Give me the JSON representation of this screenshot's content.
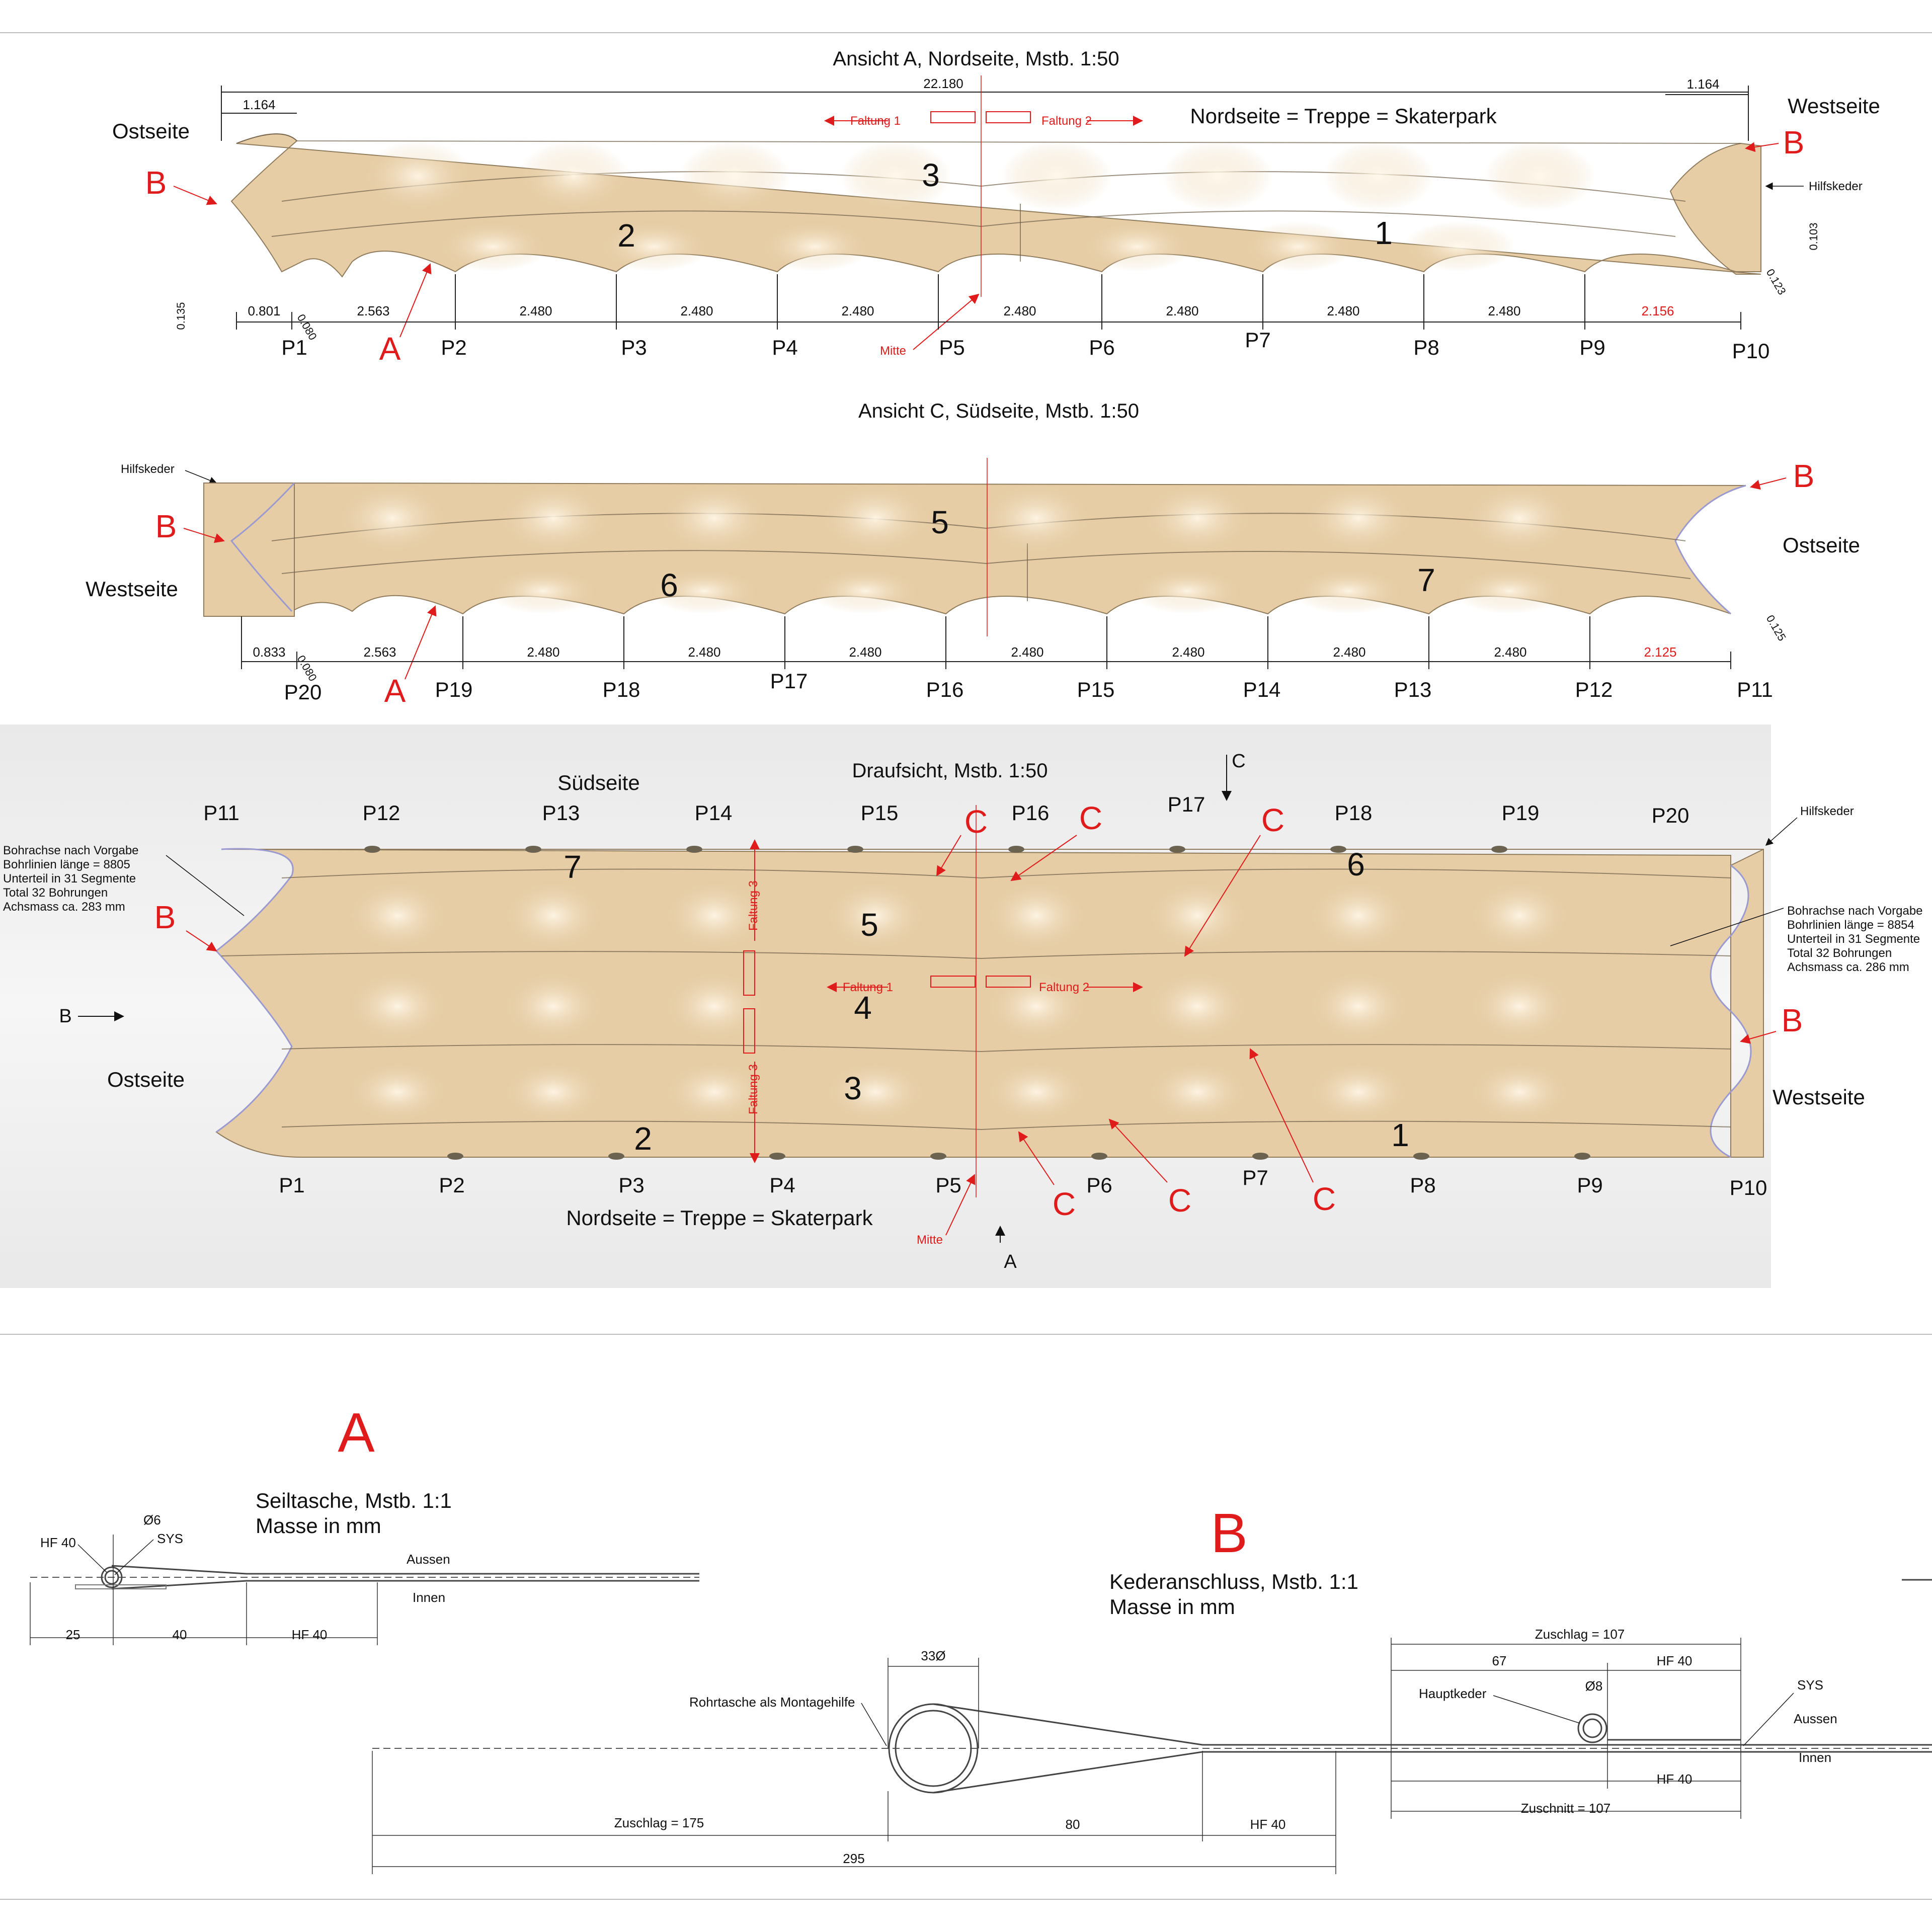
{
  "elevation_north": {
    "title": "Ansicht A, Nordseite, Mstb. 1:50",
    "subtitle": "Nordseite = Treppe = Skaterpark",
    "left_side": "Ostseite",
    "right_side": "Westseite",
    "overall_dim": "22.180",
    "end_dim_left": "1.164",
    "end_dim_right": "1.164",
    "fold1": "Faltung 1",
    "fold2": "Faltung 2",
    "note_right": "Hilfskeder",
    "panels": [
      "3",
      "2",
      "1"
    ],
    "callout_b": "B",
    "callout_a": "A",
    "dim_left_vertical": "0.135",
    "dim_left_slant": "0.080",
    "dim_right_vertical": "0.103",
    "dim_right_slant": "0.123",
    "spacings": [
      "0.801",
      "2.563",
      "2.480",
      "2.480",
      "2.480",
      "2.480",
      "2.480",
      "2.480",
      "2.480",
      "2.156"
    ],
    "center_label": "Mitte",
    "points": [
      "P1",
      "P2",
      "P3",
      "P4",
      "P5",
      "P6",
      "P7",
      "P8",
      "P9",
      "P10"
    ]
  },
  "elevation_south": {
    "title": "Ansicht C, Südseite, Mstb. 1:50",
    "note_left": "Hilfskeder",
    "left_side": "Westseite",
    "right_side": "Ostseite",
    "panels": [
      "5",
      "6",
      "7"
    ],
    "callout_b": "B",
    "callout_a": "A",
    "dim_left_slant": "0.080",
    "dim_right_slant": "0.125",
    "spacings": [
      "0.833",
      "2.563",
      "2.480",
      "2.480",
      "2.480",
      "2.480",
      "2.480",
      "2.480",
      "2.480",
      "2.125"
    ],
    "points": [
      "P20",
      "P19",
      "P18",
      "P17",
      "P16",
      "P15",
      "P14",
      "P13",
      "P12",
      "P11"
    ]
  },
  "plan": {
    "title": "Draufsicht, Mstb. 1:50",
    "south_label": "Südseite",
    "north_label": "Nordseite = Treppe = Skaterpark",
    "left_side": "Ostseite",
    "right_side": "Westseite",
    "top_points": [
      "P11",
      "P12",
      "P13",
      "P14",
      "P15",
      "P16",
      "P17",
      "P18",
      "P19",
      "P20"
    ],
    "bottom_points": [
      "P1",
      "P2",
      "P3",
      "P4",
      "P5",
      "P6",
      "P7",
      "P8",
      "P9",
      "P10"
    ],
    "panels": [
      "7",
      "6",
      "5",
      "4",
      "3",
      "2",
      "1"
    ],
    "note_right_top": "Hilfskeder",
    "drill_left": [
      "Bohrachse nach Vorgabe",
      "Bohrlinien länge = 8805",
      "Unterteil in 31 Segmente",
      "Total 32 Bohrungen",
      "Achsmass ca. 283 mm"
    ],
    "drill_right": [
      "Bohrachse nach Vorgabe",
      "Bohrlinien länge = 8854",
      "Unterteil in 31 Segmente",
      "Total 32 Bohrungen",
      "Achsmass ca. 286 mm"
    ],
    "fold1": "Faltung 1",
    "fold2": "Faltung 2",
    "fold3": "Faltung 3",
    "view_b": "B",
    "view_c": "C",
    "view_a": "A",
    "callout_b": "B",
    "callout_c": "C",
    "center_label": "Mitte"
  },
  "detail_a": {
    "letter": "A",
    "title": "Seiltasche, Mstb. 1:1",
    "subtitle": "Masse in mm",
    "hf": "HF 40",
    "dia": "Ø6",
    "sys": "SYS",
    "aussen": "Aussen",
    "innen": "Innen",
    "dims": [
      "25",
      "40",
      "HF 40"
    ]
  },
  "detail_b": {
    "letter": "B",
    "title": "Kederanschluss, Mstb. 1:1",
    "subtitle": "Masse in mm",
    "tube_dia": "33Ø",
    "tube_label": "Rohrtasche als Montagehilfe",
    "dims_bottom": [
      "Zuschlag = 175",
      "80",
      "HF 40"
    ],
    "total": "295",
    "zuschlag_top": "Zuschlag = 107",
    "dim67": "67",
    "hf_top": "HF 40",
    "hauptkeder": "Hauptkeder",
    "dia8": "Ø8",
    "sys": "SYS",
    "aussen": "Aussen",
    "innen": "Innen",
    "hf_bottom": "HF 40",
    "zuschnitt": "Zuschnitt = 107"
  }
}
